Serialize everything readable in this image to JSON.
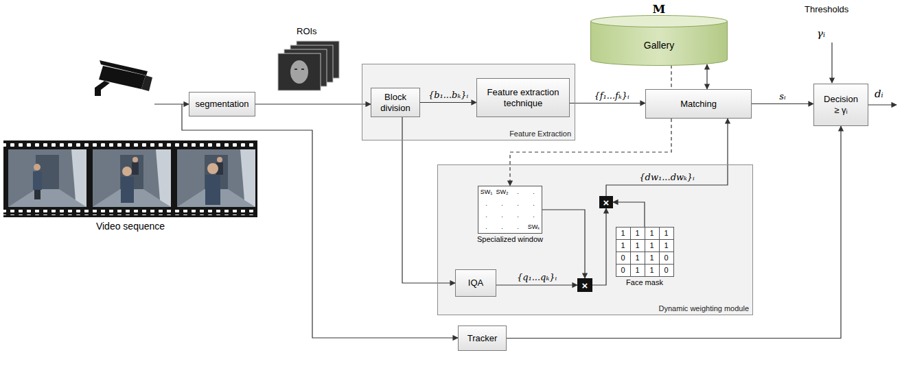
{
  "diagram": {
    "nodes": [
      {
        "text": [
          "segmentation"
        ]
      },
      {
        "text": [
          "Feature Extraction"
        ]
      },
      {
        "text": [
          "Block division"
        ],
        "in": 1
      },
      {
        "text": [
          "Feature extraction technique"
        ],
        "in": 1
      },
      {
        "text": [
          "Gallery"
        ]
      },
      {
        "text": [
          "Matching"
        ]
      },
      {
        "text": [
          "Decision",
          "≥ γᵢ"
        ]
      },
      {
        "text": [
          "Dynamic weighting module"
        ]
      },
      {
        "text": [
          "Specialized window",
          "SW₁",
          "SW₂",
          ".",
          ".",
          ".",
          ".",
          ".",
          ".",
          ".",
          ".",
          ".",
          ".",
          ".",
          ".",
          ".",
          "SWₖ"
        ],
        "in": 7
      },
      {
        "text": [
          "×"
        ],
        "in": 7
      },
      {
        "text": [
          "Face mask",
          "1",
          "1",
          "1",
          "1",
          "1",
          "1",
          "1",
          "1",
          "0",
          "1",
          "1",
          "0",
          "0",
          "1",
          "1",
          "0"
        ],
        "in": 7
      },
      {
        "text": [
          "IQA"
        ],
        "in": 7
      },
      {
        "text": [
          "×"
        ],
        "in": 7
      },
      {
        "text": [
          "Tracker"
        ]
      }
    ],
    "edges": [
      {
        "from": 0,
        "to": 2,
        "arrow": "to"
      },
      {
        "from": 2,
        "to": 3,
        "label": "{b₁...bₖ}ᵢ",
        "arrow": "to"
      },
      {
        "from": 3,
        "to": 5,
        "label": "{f₁...fₖ}ᵢ",
        "arrow": "to"
      },
      {
        "from": 4,
        "to": 5,
        "arrow": "both"
      },
      {
        "from": 4,
        "to": 5,
        "arrow": "none"
      },
      {
        "from": 5,
        "to": 6,
        "label": "sᵢ",
        "arrow": "to"
      },
      {
        "from": 5,
        "to": 8,
        "arrow": "to"
      },
      {
        "from": 2,
        "to": 11,
        "arrow": "to"
      },
      {
        "from": 11,
        "to": 12,
        "label": "{q₁...qₖ}ᵢ",
        "arrow": "to"
      },
      {
        "from": 8,
        "to": 12,
        "arrow": "to"
      },
      {
        "from": 12,
        "to": 9,
        "arrow": "to"
      },
      {
        "from": 10,
        "to": 9,
        "arrow": "to"
      },
      {
        "from": 9,
        "to": 5,
        "label": "{dw₁...dwₖ}ᵢ",
        "arrow": "to"
      },
      {
        "from": 13,
        "to": 6,
        "arrow": "to"
      }
    ],
    "labels": [
      "ROIs",
      "Video sequence",
      "M",
      "Thresholds",
      "γᵢ",
      "dᵢ"
    ]
  }
}
